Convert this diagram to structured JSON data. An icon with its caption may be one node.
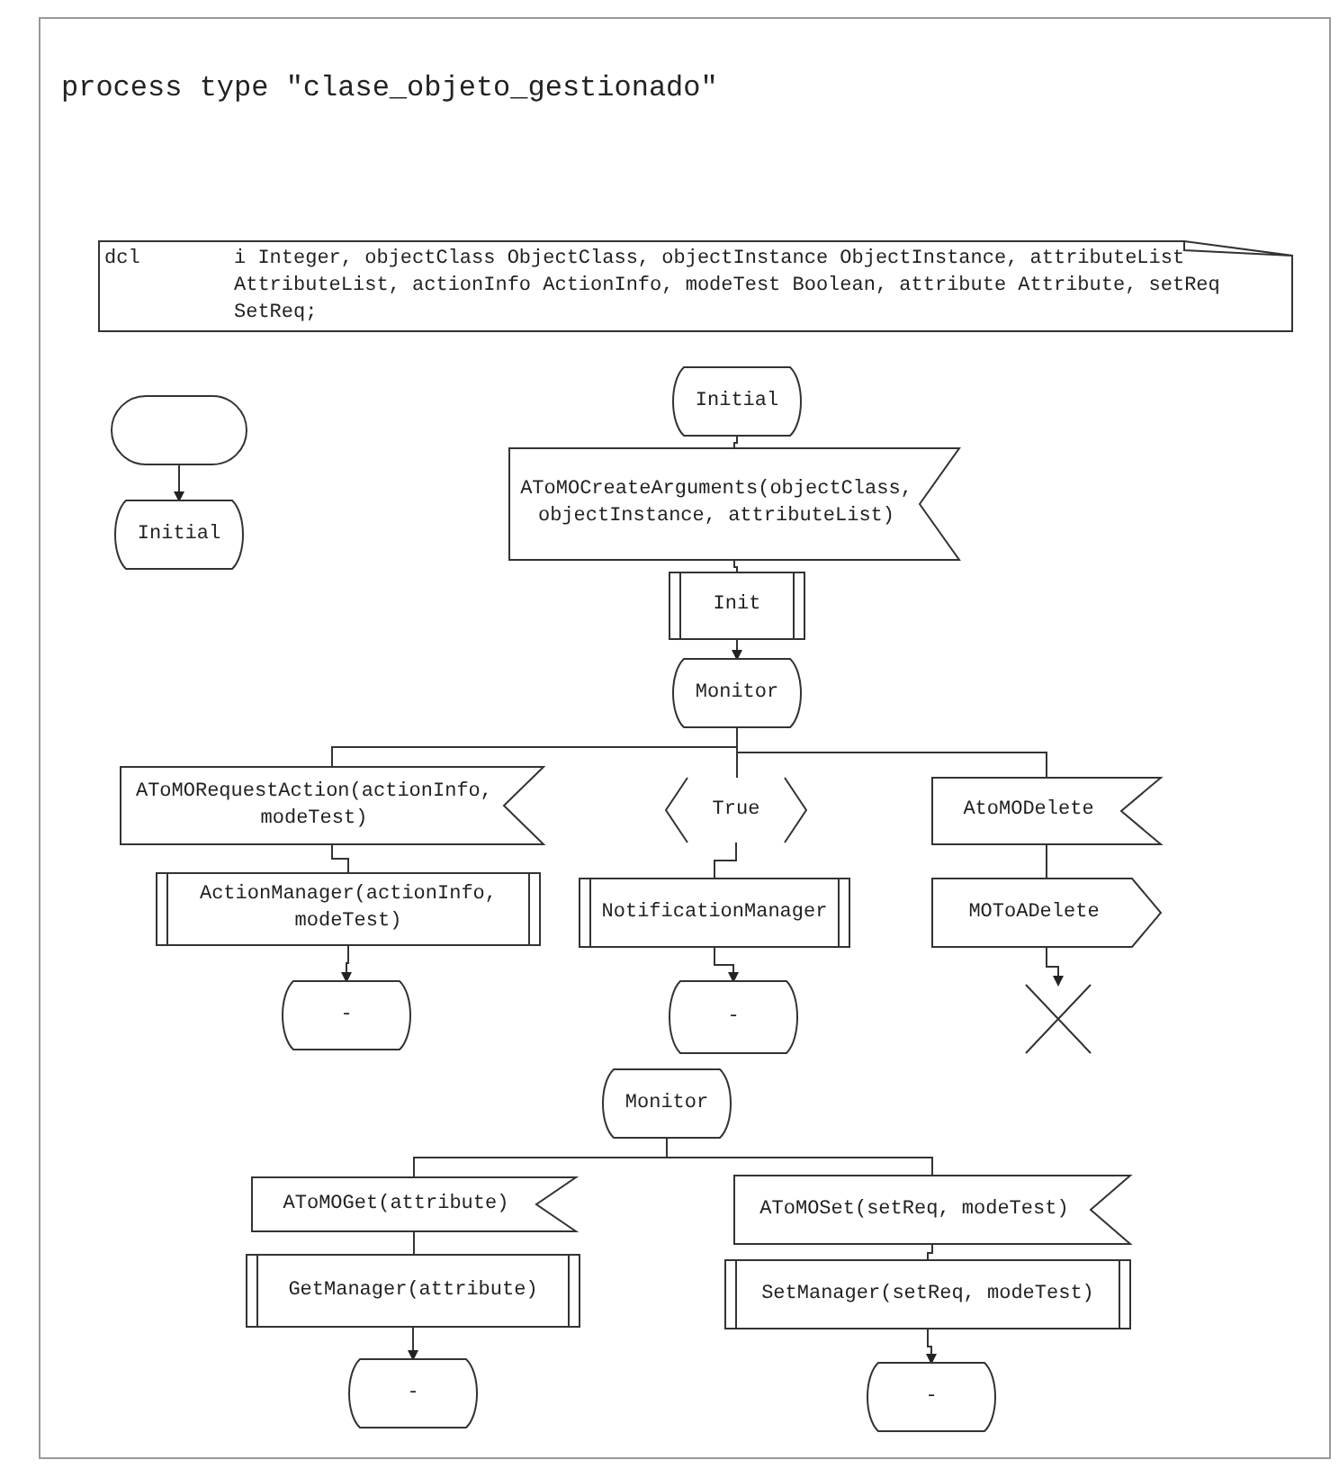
{
  "diagram": {
    "title": "process type \"clase_objeto_gestionado\"",
    "nodes": [
      {
        "text": [
          "dcl",
          "i Integer, objectClass ObjectClass, objectInstance ObjectInstance, attributeList AttributeList, actionInfo ActionInfo, modeTest Boolean, attribute Attribute, setReq SetReq;"
        ]
      },
      {
        "text": [],
        "shape": "oval"
      },
      {
        "text": [
          "Initial"
        ]
      },
      {
        "text": [
          "Initial"
        ]
      },
      {
        "text": [
          "AToMOCreateArguments(objectClass, objectInstance, attributeList)"
        ]
      },
      {
        "text": [
          "Init"
        ]
      },
      {
        "text": [
          "Monitor"
        ]
      },
      {
        "text": [
          "AToMORequestAction(actionInfo, modeTest)"
        ]
      },
      {
        "text": [
          "True"
        ]
      },
      {
        "text": [
          "AtoMODelete"
        ]
      },
      {
        "text": [
          "ActionManager(actionInfo, modeTest)"
        ]
      },
      {
        "text": [
          "NotificationManager"
        ]
      },
      {
        "text": [
          "MOToADelete"
        ]
      },
      {
        "text": [
          "-"
        ]
      },
      {
        "text": [
          "-"
        ]
      },
      {
        "text": [],
        "shape": "cross"
      },
      {
        "text": [
          "Monitor"
        ]
      },
      {
        "text": [
          "AToMOGet(attribute)"
        ]
      },
      {
        "text": [
          "AToMOSet(setReq, modeTest)"
        ]
      },
      {
        "text": [
          "GetManager(attribute)"
        ]
      },
      {
        "text": [
          "SetManager(setReq, modeTest)"
        ]
      },
      {
        "text": [
          "-"
        ]
      },
      {
        "text": [
          "-"
        ]
      }
    ],
    "edges": [
      {
        "from": 1,
        "to": 2,
        "arrow": "to"
      },
      {
        "from": 3,
        "to": 4,
        "arrow": "none"
      },
      {
        "from": 4,
        "to": 5,
        "arrow": "none"
      },
      {
        "from": 5,
        "to": 6,
        "arrow": "to"
      },
      {
        "from": 6,
        "to": 7,
        "arrow": "none"
      },
      {
        "from": 6,
        "to": 8,
        "arrow": "none"
      },
      {
        "from": 6,
        "to": 9,
        "arrow": "none"
      },
      {
        "from": 7,
        "to": 10,
        "arrow": "none"
      },
      {
        "from": 8,
        "to": 11,
        "arrow": "none"
      },
      {
        "from": 9,
        "to": 12,
        "arrow": "none"
      },
      {
        "from": 10,
        "to": 13,
        "arrow": "to"
      },
      {
        "from": 11,
        "to": 14,
        "arrow": "to"
      },
      {
        "from": 12,
        "to": 15,
        "arrow": "to"
      },
      {
        "from": 16,
        "to": 17,
        "arrow": "none"
      },
      {
        "from": 16,
        "to": 18,
        "arrow": "none"
      },
      {
        "from": 17,
        "to": 19,
        "arrow": "none"
      },
      {
        "from": 18,
        "to": 20,
        "arrow": "none"
      },
      {
        "from": 19,
        "to": 21,
        "arrow": "to"
      },
      {
        "from": 20,
        "to": 22,
        "arrow": "to"
      }
    ]
  }
}
